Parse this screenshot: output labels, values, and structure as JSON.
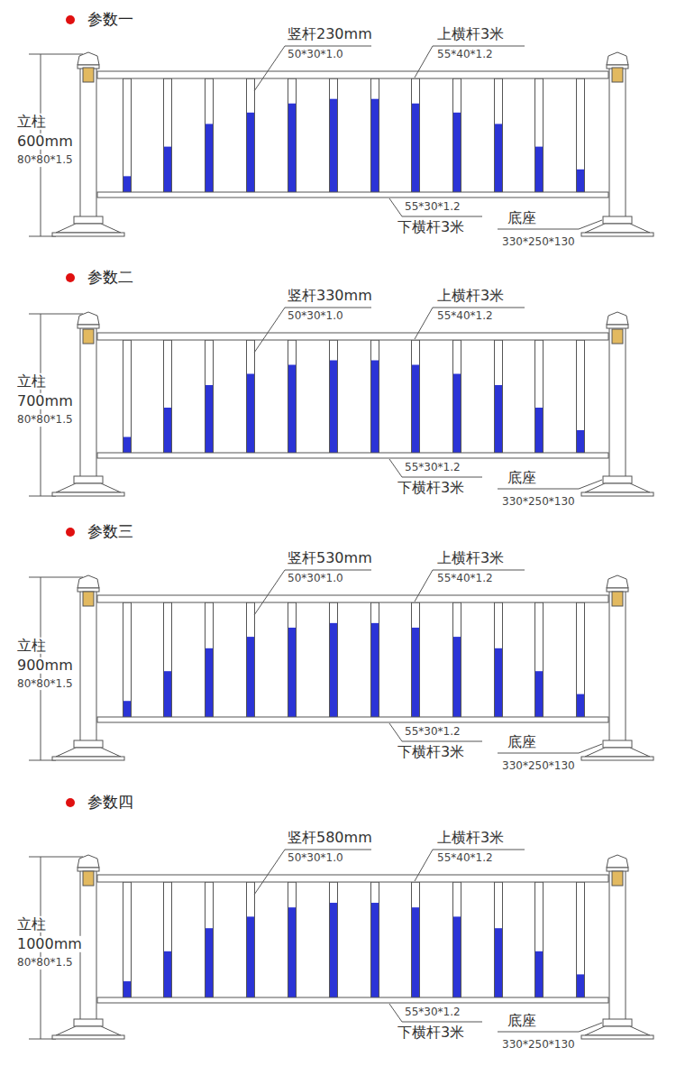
{
  "diagram": {
    "labels": [
      "参数一",
      "竖杆230mm",
      "50*30*1.0",
      "上横杆3米",
      "55*40*1.2",
      "立柱",
      "600mm",
      "80*80*1.5",
      "55*30*1.2",
      "下横杆3米",
      "底座",
      "330*250*130",
      "参数二",
      "竖杆330mm",
      "50*30*1.0",
      "上横杆3米",
      "55*40*1.2",
      "立柱",
      "700mm",
      "80*80*1.5",
      "55*30*1.2",
      "下横杆3米",
      "底座",
      "330*250*130",
      "参数三",
      "竖杆530mm",
      "50*30*1.0",
      "上横杆3米",
      "55*40*1.2",
      "立柱",
      "900mm",
      "80*80*1.5",
      "55*30*1.2",
      "下横杆3米",
      "底座",
      "330*250*130",
      "参数四",
      "竖杆580mm",
      "50*30*1.0",
      "上横杆3米",
      "55*40*1.2",
      "立柱",
      "1000mm",
      "80*80*1.5",
      "55*30*1.2",
      "下横杆3米",
      "底座",
      "330*250*130"
    ]
  }
}
